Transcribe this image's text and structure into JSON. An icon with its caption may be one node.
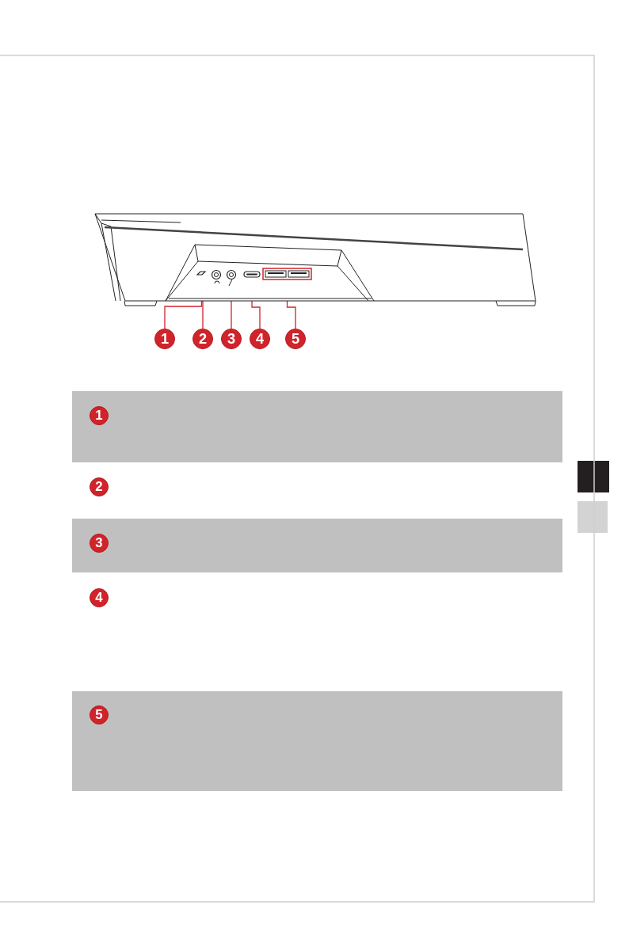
{
  "diagram": {
    "nodes": [
      {
        "text": [
          "1"
        ]
      },
      {
        "text": [
          "2"
        ]
      },
      {
        "text": [
          "3"
        ]
      },
      {
        "text": [
          "4"
        ]
      },
      {
        "text": [
          "5"
        ]
      },
      {
        "text": [],
        "shape": "box"
      },
      {
        "text": [],
        "shape": "circle"
      },
      {
        "text": [],
        "shape": "circle"
      },
      {
        "text": [],
        "shape": "box"
      },
      {
        "text": [],
        "shape": "box"
      },
      {
        "text": [
          "1"
        ]
      },
      {
        "text": [
          "2"
        ]
      },
      {
        "text": [
          "3"
        ]
      },
      {
        "text": [
          "4"
        ]
      },
      {
        "text": [
          "5"
        ]
      }
    ],
    "edges": [
      {
        "from": 0,
        "to": 5,
        "arrow": "none"
      },
      {
        "from": 1,
        "to": 6,
        "arrow": "none"
      },
      {
        "from": 2,
        "to": 7,
        "arrow": "none"
      },
      {
        "from": 3,
        "to": 8,
        "arrow": "none"
      },
      {
        "from": 4,
        "to": 9,
        "arrow": "none"
      }
    ]
  }
}
